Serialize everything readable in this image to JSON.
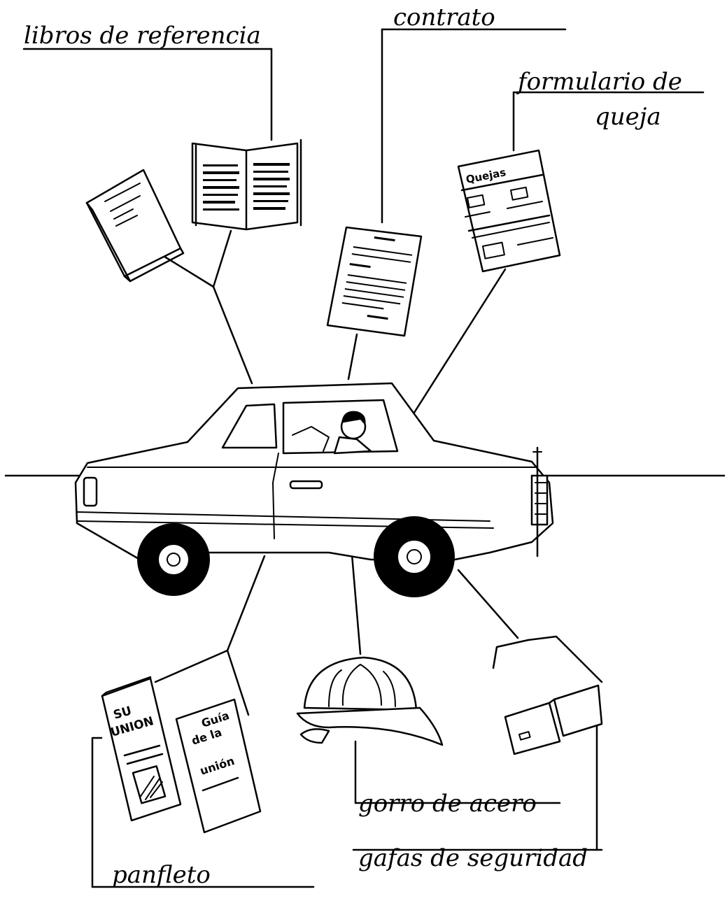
{
  "labels": {
    "reference_books": "libros de referencia",
    "contract": "contrato",
    "complaint_form_line1": "formulario de",
    "complaint_form_line2": "queja",
    "pamphlet": "panfleto",
    "hard_hat": "gorro de acero",
    "safety_glasses": "gafas de seguridad"
  },
  "complaint_form_header": "Quejas",
  "pamphlet_front": {
    "line1": "SU",
    "line2": "UNION"
  },
  "union_guide": {
    "line1": "Guía",
    "line2": "de la",
    "line3": "unión"
  }
}
